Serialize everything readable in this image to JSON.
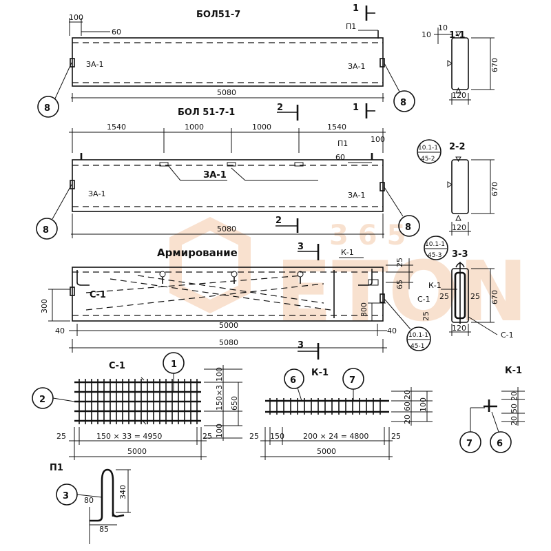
{
  "title_bo1": "БОЛ51-7",
  "title_bo2": "БОЛ 51-7-1",
  "title_arm": "Армирование",
  "sec_1_1": "1-1",
  "sec_2_2": "2-2",
  "sec_3_3": "3-3",
  "cut_1": "1",
  "cut_2": "2",
  "cut_3": "3",
  "p1": "П1",
  "za1": "ЗА-1",
  "c1": "С-1",
  "k1": "К-1",
  "n1": "1",
  "n2": "2",
  "n3": "3",
  "n6": "6",
  "n7": "7",
  "n8": "8",
  "ref_1": "10.1-1",
  "ref_452": "45-2",
  "ref_453": "45-3",
  "ref_451": "45-1",
  "d5080": "5080",
  "d5000": "5000",
  "d100": "100",
  "d60": "60",
  "d10": "10",
  "d670": "670",
  "d120": "120",
  "d1540": "1540",
  "d1000": "1000",
  "d25": "25",
  "d65": "65",
  "d300": "300",
  "d40": "40",
  "d650": "650",
  "d150x3": "150×3",
  "d150": "150",
  "d150x33": "150 × 33 = 4950",
  "d200x24": "200 × 24 = 4800",
  "d20": "20",
  "d50": "50",
  "d340": "340",
  "d80": "80",
  "d85": "85",
  "watermark_top": "3 6 5",
  "watermark_main": "ETON"
}
